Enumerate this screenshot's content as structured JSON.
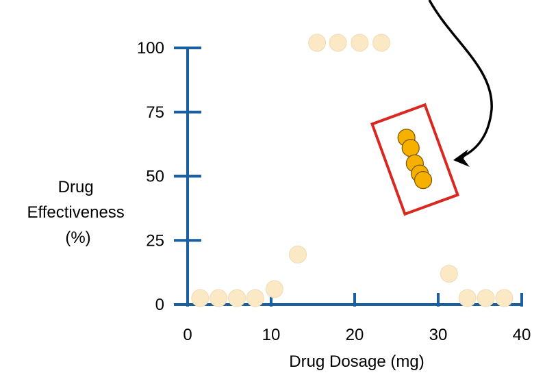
{
  "chart_data": {
    "type": "scatter",
    "xlabel": "Drug Dosage (mg)",
    "ylabel_lines": [
      "Drug",
      "Effectiveness",
      "(%)"
    ],
    "xlim": [
      0,
      40
    ],
    "ylim": [
      0,
      100
    ],
    "x_ticks": [
      0,
      10,
      20,
      30,
      40
    ],
    "y_ticks": [
      0,
      25,
      50,
      75,
      100
    ],
    "grid": false,
    "colors": {
      "axis": "#1a5fa0",
      "faded_point": "#fbe8c4",
      "faded_point_stroke": "#eedcb6",
      "highlight_point": "#f5b000",
      "highlight_point_stroke": "#7a5400",
      "highlight_box": "#d8281f",
      "arrow": "#000000"
    },
    "series": [
      {
        "style": "faded",
        "points": [
          {
            "x": 1.5,
            "y": 2.5
          },
          {
            "x": 3.7,
            "y": 2.5
          },
          {
            "x": 5.9,
            "y": 2.5
          },
          {
            "x": 8.1,
            "y": 2.5
          },
          {
            "x": 10.4,
            "y": 6
          },
          {
            "x": 13.2,
            "y": 19.5
          },
          {
            "x": 15.5,
            "y": 102
          },
          {
            "x": 18.0,
            "y": 102
          },
          {
            "x": 20.6,
            "y": 102
          },
          {
            "x": 23.2,
            "y": 102
          },
          {
            "x": 31.3,
            "y": 12
          },
          {
            "x": 33.5,
            "y": 2.5
          },
          {
            "x": 35.7,
            "y": 2.5
          },
          {
            "x": 37.9,
            "y": 2.5
          }
        ]
      },
      {
        "style": "highlighted",
        "points": [
          {
            "x": 26.2,
            "y": 65
          },
          {
            "x": 26.7,
            "y": 61
          },
          {
            "x": 27.2,
            "y": 55
          },
          {
            "x": 27.8,
            "y": 51
          },
          {
            "x": 28.2,
            "y": 48.5
          }
        ]
      }
    ]
  }
}
